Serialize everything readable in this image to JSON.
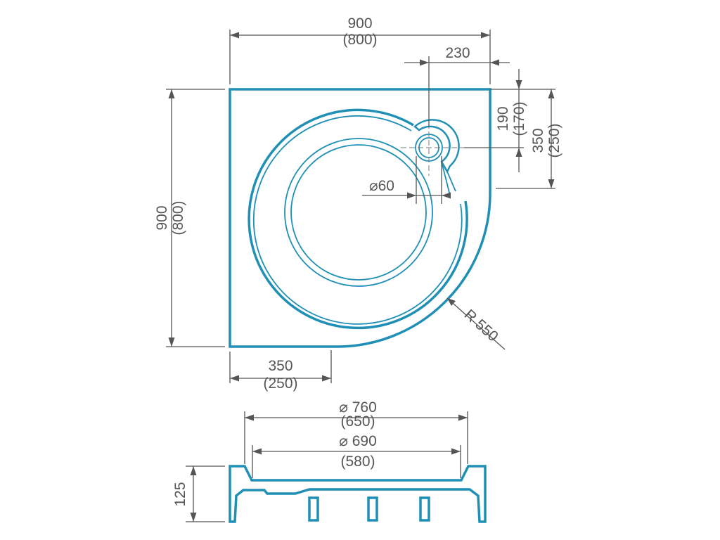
{
  "dimensions": {
    "top_width": {
      "value": "900",
      "alt": "(800)"
    },
    "left_height": {
      "value": "900",
      "alt": "(800)"
    },
    "drain_offset_x": {
      "value": "230"
    },
    "drain_offset_y": {
      "value": "190",
      "alt": "(170)"
    },
    "right_straight": {
      "value": "350",
      "alt": "(250)"
    },
    "bottom_straight": {
      "value": "350",
      "alt": "(250)"
    },
    "drain_diameter": {
      "value": "⌀60"
    },
    "radius": {
      "value": "R 550"
    },
    "outer_diameter": {
      "value": "⌀ 760",
      "alt": "(650)"
    },
    "inner_diameter": {
      "value": "⌀ 690",
      "alt": "(580)"
    },
    "tray_height": {
      "value": "125"
    }
  },
  "colors": {
    "outline": "#1f8fb5",
    "dimension": "#555555"
  }
}
